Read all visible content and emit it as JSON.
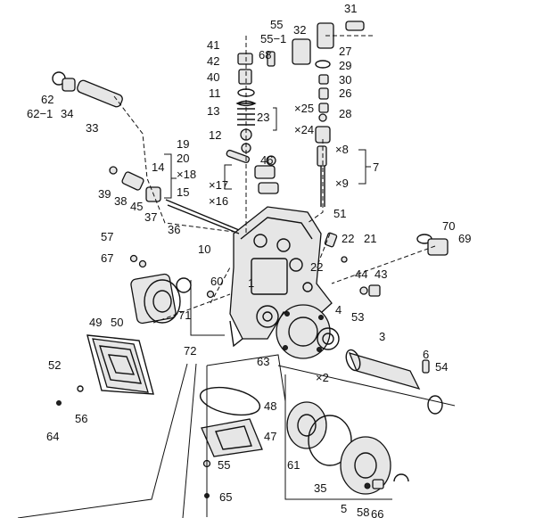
{
  "diagram": {
    "labels": {
      "l1": "1",
      "l3": "3",
      "l4": "4",
      "l5": "5",
      "l6": "6",
      "l7": "7",
      "l8": "×8",
      "l9": "×9",
      "l10": "10",
      "l11": "11",
      "l12": "12",
      "l13": "13",
      "l14": "14",
      "l15": "15",
      "l16": "×16",
      "l17": "×17",
      "l18": "×18",
      "l19": "19",
      "l20": "20",
      "l21": "21",
      "l22a": "22",
      "l22b": "22",
      "l23": "23",
      "l24": "×24",
      "l25": "×25",
      "l26": "26",
      "l27": "27",
      "l28": "28",
      "l29": "29",
      "l30": "30",
      "l31": "31",
      "l32": "32",
      "l33": "33",
      "l34": "34",
      "l35": "35",
      "l36": "36",
      "l37": "37",
      "l38": "38",
      "l39": "39",
      "l40": "40",
      "l41": "41",
      "l42": "42",
      "l43": "43",
      "l44": "44",
      "l45": "45",
      "l46": "46",
      "l47": "47",
      "l48": "48",
      "l49": "49",
      "l50": "50",
      "l51": "51",
      "l52": "52",
      "l53": "53",
      "l54": "54",
      "l55a": "55",
      "l55b": "55−1",
      "l55c": "55",
      "l56": "56",
      "l57": "57",
      "l58": "58",
      "l60": "60",
      "l61": "61",
      "l62": "62",
      "l62b": "62−1",
      "l63": "63",
      "l64": "64",
      "l65": "65",
      "l66": "66",
      "l67": "67",
      "l68": "68",
      "l69": "69",
      "l70": "70",
      "l71": "71",
      "l72": "72",
      "l2": "×2"
    }
  }
}
